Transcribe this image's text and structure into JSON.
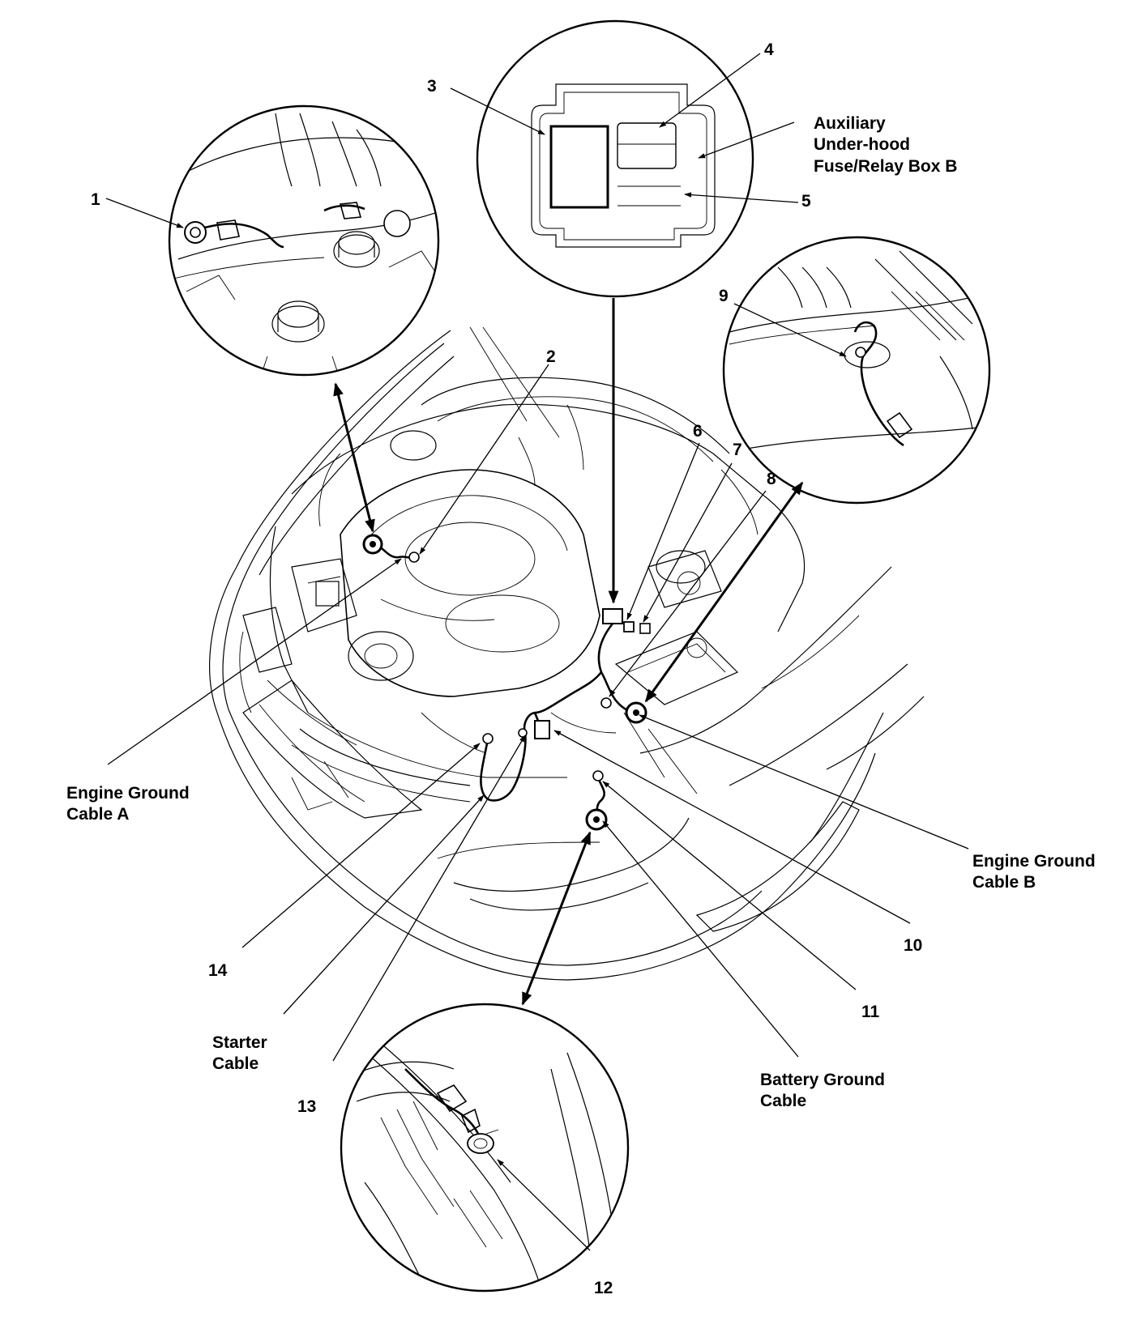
{
  "callouts": {
    "n1": "1",
    "n2": "2",
    "n3": "3",
    "n4": "4",
    "n5": "5",
    "n6": "6",
    "n7": "7",
    "n8": "8",
    "n9": "9",
    "n10": "10",
    "n11": "11",
    "n12": "12",
    "n13": "13",
    "n14": "14"
  },
  "labels": {
    "fuse_box_line1": "Auxiliary",
    "fuse_box_line2": "Under-hood",
    "fuse_box_line3": "Fuse/Relay Box B",
    "engine_ground_a_line1": "Engine Ground",
    "engine_ground_a_line2": "Cable A",
    "engine_ground_b_line1": "Engine Ground",
    "engine_ground_b_line2": "Cable B",
    "starter_line1": "Starter",
    "starter_line2": "Cable",
    "battery_ground_line1": "Battery Ground",
    "battery_ground_line2": "Cable"
  }
}
